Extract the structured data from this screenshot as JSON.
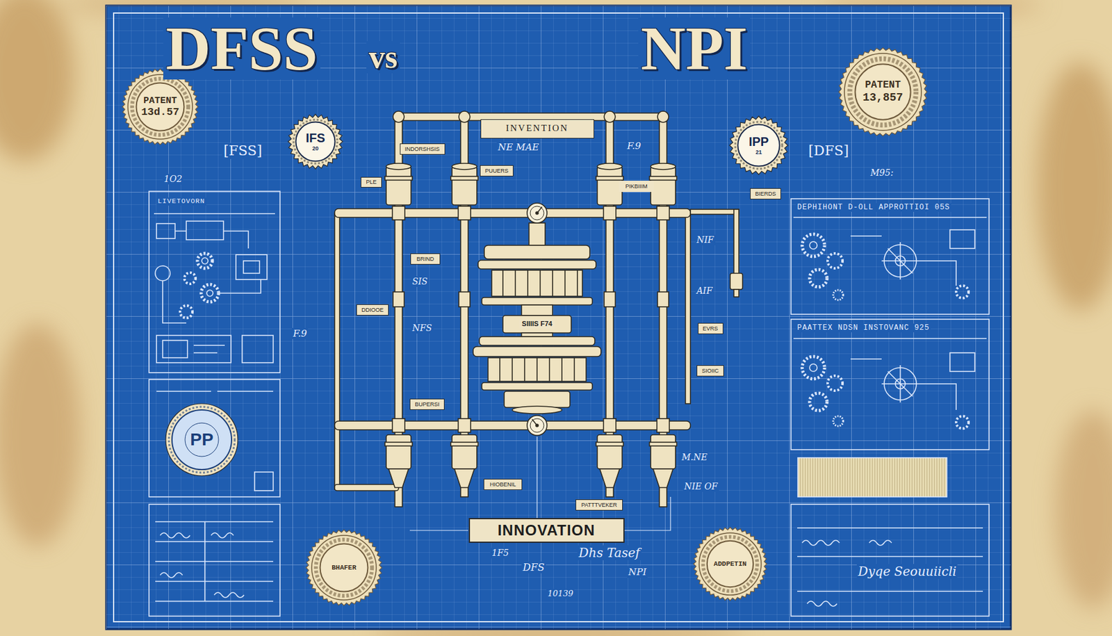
{
  "diagram": {
    "nodes": [
      {
        "text": [
          "PATENT",
          "13d.57"
        ]
      },
      {
        "text": [
          "IFS",
          "20"
        ]
      },
      {
        "text": [
          "INVENTION"
        ]
      },
      {
        "text": [
          "IPP",
          "21"
        ]
      },
      {
        "text": [
          "PATENT",
          "13,857"
        ]
      },
      {
        "text": [
          "INDORSHSIS"
        ]
      },
      {
        "text": [
          "PLE"
        ]
      },
      {
        "text": [
          "PUUERS"
        ]
      },
      {
        "text": [
          "PIKBIIIM"
        ]
      },
      {
        "text": [
          "BIERDS"
        ]
      },
      {
        "text": [
          "BRIND"
        ]
      },
      {
        "text": [
          "DDIOOE"
        ]
      },
      {
        "text": [
          "EVRS"
        ]
      },
      {
        "text": [
          "SIOIIC"
        ]
      },
      {
        "text": [
          "BUPERSI"
        ]
      },
      {
        "text": [
          "PP"
        ]
      },
      {
        "text": [
          "HIOBENIL"
        ]
      },
      {
        "text": [
          "PATTTVEKER"
        ]
      },
      {
        "text": [
          "INNOVATION"
        ]
      },
      {
        "text": [
          "BHAFER"
        ]
      },
      {
        "text": [
          "ADDPETIN"
        ]
      }
    ],
    "labels": [
      "DFSS",
      "vs",
      "NPI",
      "[FSS]",
      "1O2",
      "LIVETOVORN",
      "[DFS]",
      "M95:",
      "DEPHIHONT D-OLL APPROTTIOI 05S",
      "PAATTEX NDSN INSTOVANC 925",
      "NE MAE",
      "F.9",
      "NIF",
      "AIF",
      "SIS",
      "NFS",
      "F.9",
      "SIIIIS F74",
      "M.NE",
      "NIE OF",
      "1F5",
      "Dhs Tasef",
      "DFS",
      "10139",
      "NPI",
      "Dyqe Seouuiicli"
    ]
  }
}
